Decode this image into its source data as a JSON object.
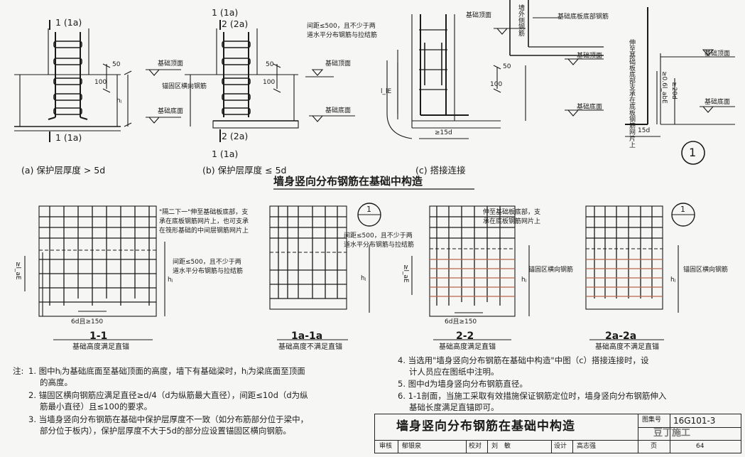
{
  "top_panels": {
    "a": {
      "section_label_top": "1 (1a)",
      "section_label_bottom": "1 (1a)",
      "dim_50": "50",
      "dim_100": "100",
      "dim_hj": "hⱼ",
      "callout_top": "基础顶面",
      "callout_bottom": "基础底面",
      "caption": "(a) 保护层厚度 > 5d"
    },
    "b": {
      "section_label_top1": "1 (1a)",
      "section_label_top2": "2 (2a)",
      "section_label_bottom1": "2 (2a)",
      "section_label_bottom2": "1 (1a)",
      "dim_50": "50",
      "dim_100": "100",
      "callout_anchor": "锚固区横向钢筋",
      "caption": "(b) 保护层厚度 ≤ 5d"
    },
    "c": {
      "spacing_note_line1": "间距≤500，且不少于两",
      "spacing_note_line2": "道水平分布钢筋与拉结筋",
      "callout_top": "基础顶面",
      "callout_bottom": "基础底面",
      "dim_lle": "l_lE",
      "dim_50": "50",
      "dim_100": "100",
      "dim_15d": "≥15d",
      "caption": "(c) 搭接连接"
    },
    "d": {
      "callout_top": "基础顶面",
      "callout_slab": "基础底板底部钢筋",
      "callout_bottom": "基础底面",
      "wall_label": "墙外侧钢筋",
      "dim_15d": "≥15d",
      "dim_50": "50"
    },
    "e": {
      "vertical_note": "伸至基础板底部支承在底板钢筋网片上",
      "dim_06": "≥0.6l_abE",
      "dim_20d": "≥20d",
      "callout_top": "基础顶面",
      "callout_bottom": "基础底面",
      "dim_15d": "15d",
      "detail_mark": "1"
    }
  },
  "section_title": "墙身竖向分布钢筋在基础中构造",
  "sections": [
    {
      "name": "1-1",
      "caption": "基础高度满足直锚",
      "note_top_line1": "\"隔二下一\"伸至基础板底部，支",
      "note_top_line2": "承在底板钢筋网片上，也可支承",
      "note_top_line3": "在筏形基础的中间层钢筋网片上",
      "note_mid_line1": "间距≤500，且不少于两",
      "note_mid_line2": "道水平分布钢筋与拉结筋",
      "dim_lae": "≥l_aE",
      "dim_hj": "hⱼ",
      "dim_bottom": "6d且≥150"
    },
    {
      "name": "1a-1a",
      "caption": "基础高度不满足直锚",
      "detail_mark": "1",
      "note_line1": "间距≤500，且不少于两",
      "note_line2": "道水平分布钢筋与拉结筋",
      "dim_hj": "hⱼ"
    },
    {
      "name": "2-2",
      "caption": "基础高度满足直锚",
      "note_line1": "伸至基础板底部，支",
      "note_line2": "承在底板钢筋网片上",
      "anchor_note": "锚固区横向钢筋",
      "dim_lae": "≥l_aE",
      "dim_hj": "hⱼ",
      "dim_bottom": "6d且≥150"
    },
    {
      "name": "2a-2a",
      "caption": "基础高度不满足直锚",
      "detail_mark": "1",
      "anchor_note": "锚固区横向钢筋",
      "dim_hj": "hⱼ"
    }
  ],
  "notes": {
    "prefix": "注:",
    "n1_line1": "1. 图中hⱼ为基础底面至基础顶面的高度，墙下有基础梁时，hⱼ为梁底面至顶面",
    "n1_line2": "的高度。",
    "n2_line1": "2. 锚固区横向钢筋应满足直径≥d/4（d为纵筋最大直径），间距≤10d（d为纵",
    "n2_line2": "筋最小直径）且≤100的要求。",
    "n3_line1": "3. 当墙身竖向分布钢筋在基础中保护层厚度不一致（如分布筋部分位于梁中，",
    "n3_line2": "部分位于板内），保护层厚度不大于5d的部分应设置锚固区横向钢筋。",
    "n4_line1": "4. 当选用\"墙身竖向分布钢筋在基础中构造\"中图（c）搭接连接时，设",
    "n4_line2": "计人员应在图纸中注明。",
    "n5": "5. 图中d为墙身竖向分布钢筋直径。",
    "n6_line1": "6. 1-1剖面，当施工采取有效措施保证钢筋定位时，墙身竖向分布钢筋伸入",
    "n6_line2": "基础长度满足直锚即可。"
  },
  "title_block": {
    "title": "墙身竖向分布钢筋在基础中构造",
    "atlas_label": "图集号",
    "atlas_value": "16G101-3",
    "watermark": "豆丁施工",
    "review_label": "审核",
    "reviewer": "郁银泉",
    "check_label": "校对",
    "checker": "刘　敏",
    "design_label": "设计",
    "designer": "高志强",
    "page_label": "页",
    "page_value": "64"
  }
}
